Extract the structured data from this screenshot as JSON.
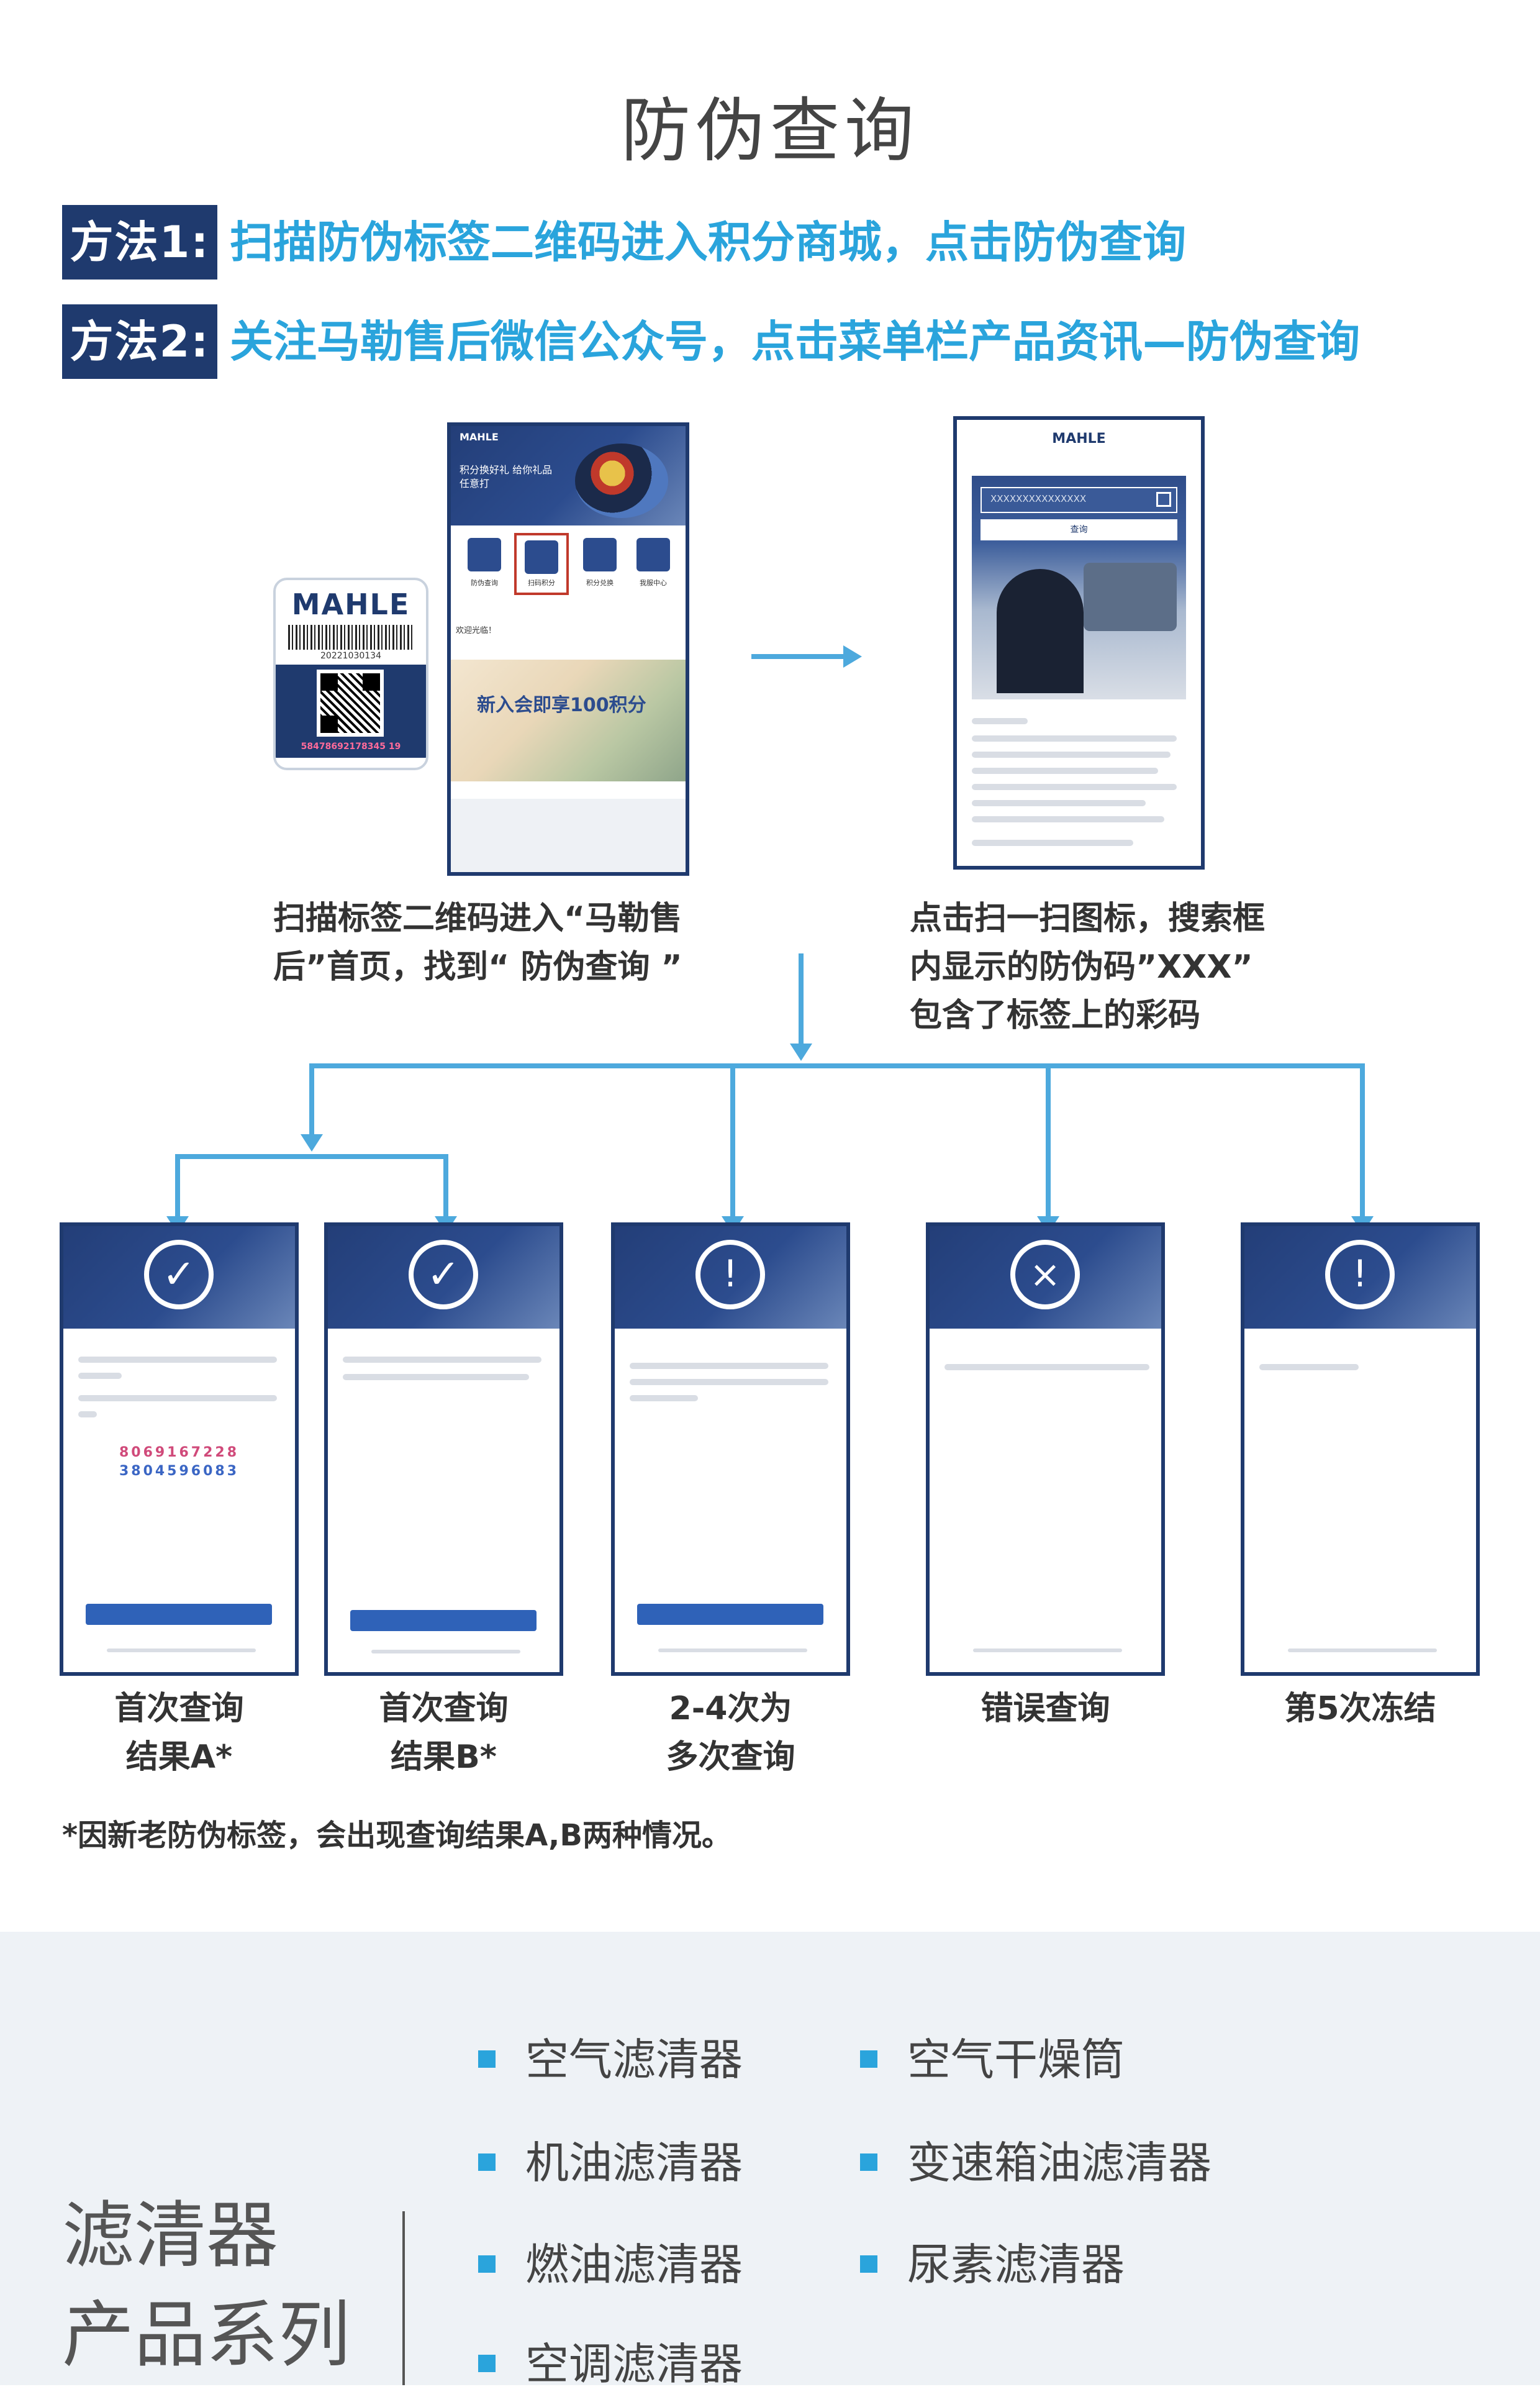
{
  "page_title": "防伪查询",
  "methods": [
    {
      "tag": "方法1:",
      "text": "扫描防伪标签二维码进入积分商城，点击防伪查询"
    },
    {
      "tag": "方法2:",
      "text": "关注马勒售后微信公众号，点击菜单栏产品资讯—防伪查询"
    }
  ],
  "label_card": {
    "brand": "MAHLE",
    "code_small": "20221030134",
    "code_color": "58478692178345 19"
  },
  "phone_left": {
    "brand": "MAHLE",
    "banner_text": "积分换好礼 给你礼品任意打",
    "menu_items": [
      "防伪查询",
      "扫码积分",
      "积分兑换",
      "我服中心"
    ],
    "welcome": "欢迎光临！",
    "promo": "新入会即享100积分"
  },
  "phone_right": {
    "brand": "MAHLE",
    "search_value": "XXXXXXXXXXXXXXX",
    "search_button": "查询"
  },
  "captions": {
    "left": [
      "扫描标签二维码进入“马勒售",
      "后”首页，找到“ 防伪查询 ”"
    ],
    "right": [
      "点击扫一扫图标，搜索框",
      "内显示的防伪码”XXX”",
      "包含了标签上的彩码"
    ]
  },
  "results": [
    {
      "icon": "check-badge-icon",
      "label_lines": [
        "首次查询",
        "结果A*"
      ],
      "numbers": [
        "8069167228",
        "3804596083"
      ]
    },
    {
      "icon": "check-badge-icon",
      "label_lines": [
        "首次查询",
        "结果B*"
      ]
    },
    {
      "icon": "warning-icon",
      "label_lines": [
        "2-4次为",
        "多次查询"
      ]
    },
    {
      "icon": "x-circle-icon",
      "label_lines": [
        "错误查询"
      ]
    },
    {
      "icon": "warning-icon",
      "label_lines": [
        "第5次冻结"
      ]
    }
  ],
  "footnote": "*因新老防伪标签，会出现查询结果A,B两种情况。",
  "series": [
    "滤清器",
    "产品系列"
  ],
  "products_col1": [
    "空气滤清器",
    "机油滤清器",
    "燃油滤清器",
    "空调滤清器"
  ],
  "products_col2": [
    "空气干燥筒",
    "变速箱油滤清器",
    "尿素滤清器"
  ],
  "colors": {
    "navy": "#1f3a6e",
    "accent": "#2aa4dc",
    "line": "#4da9dd"
  }
}
